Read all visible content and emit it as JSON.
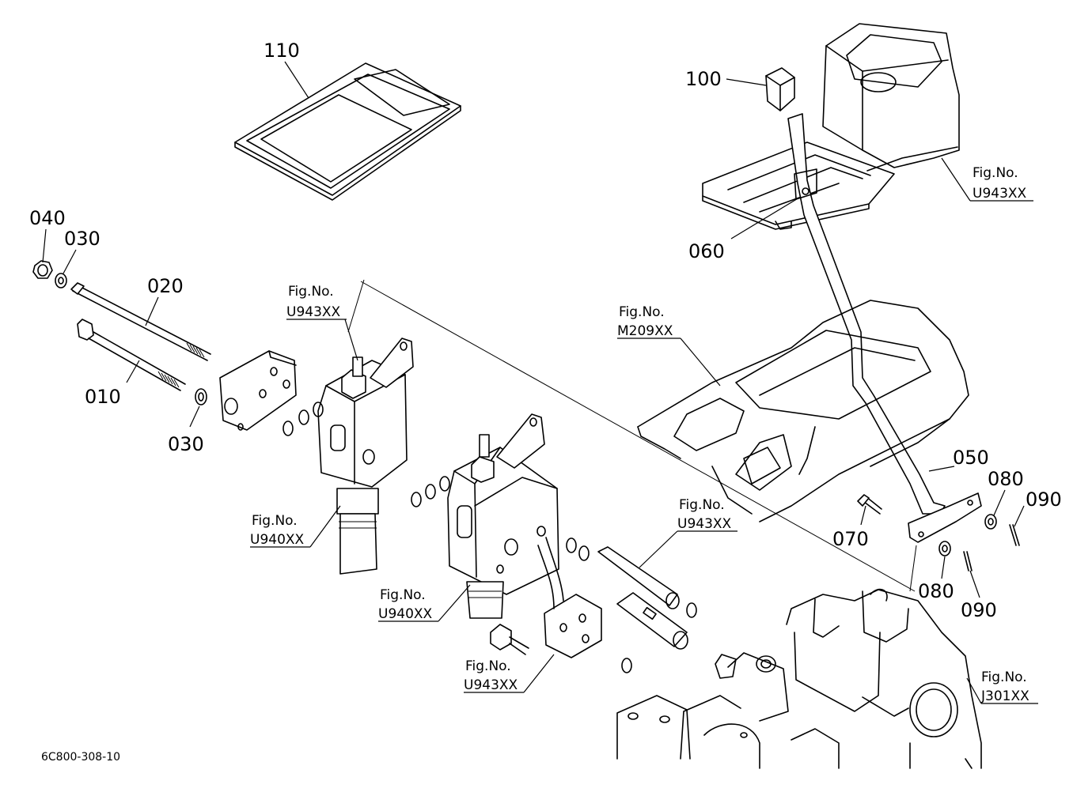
{
  "drawing_code": "6C800-308-10",
  "parts": [
    {
      "id": "p110",
      "label": "110"
    },
    {
      "id": "p100",
      "label": "100"
    },
    {
      "id": "p060",
      "label": "060"
    },
    {
      "id": "p040",
      "label": "040"
    },
    {
      "id": "p030a",
      "label": "030"
    },
    {
      "id": "p020",
      "label": "020"
    },
    {
      "id": "p010",
      "label": "010"
    },
    {
      "id": "p030b",
      "label": "030"
    },
    {
      "id": "p050",
      "label": "050"
    },
    {
      "id": "p080a",
      "label": "080"
    },
    {
      "id": "p090a",
      "label": "090"
    },
    {
      "id": "p070",
      "label": "070"
    },
    {
      "id": "p080b",
      "label": "080"
    },
    {
      "id": "p090b",
      "label": "090"
    }
  ],
  "figure_refs": [
    {
      "id": "f1",
      "label": "Fig.No.",
      "code": "U943XX"
    },
    {
      "id": "f2",
      "label": "Fig.No.",
      "code": "U943XX"
    },
    {
      "id": "f3",
      "label": "Fig.No.",
      "code": "M209XX"
    },
    {
      "id": "f4",
      "label": "Fig.No.",
      "code": "U943XX"
    },
    {
      "id": "f5",
      "label": "Fig.No.",
      "code": "U940XX"
    },
    {
      "id": "f6",
      "label": "Fig.No.",
      "code": "U940XX"
    },
    {
      "id": "f7",
      "label": "Fig.No.",
      "code": "U943XX"
    },
    {
      "id": "f8",
      "label": "Fig.No.",
      "code": "J301XX"
    }
  ]
}
